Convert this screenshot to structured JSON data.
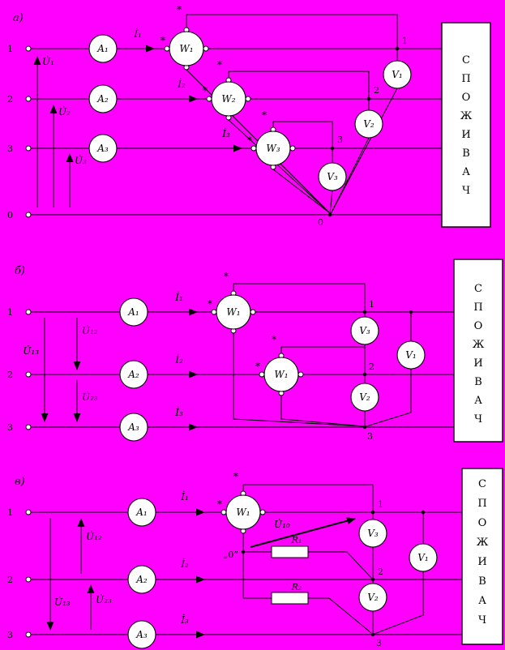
{
  "colors": {
    "background": "#ff00ff",
    "line": "#000000",
    "device_fill": "#ffffff"
  },
  "symbols": {
    "asterisk": "*"
  },
  "load_letters": [
    "С",
    "П",
    "О",
    "Ж",
    "И",
    "В",
    "А",
    "Ч"
  ],
  "section_a": {
    "label": "а)",
    "feed_terminals": [
      "1",
      "2",
      "3",
      "0"
    ],
    "ammeters": [
      "A₁",
      "A₂",
      "A₃"
    ],
    "wattmeters": [
      "W₁",
      "W₂",
      "W₃"
    ],
    "voltmeters": [
      "V₁",
      "V₂",
      "V₃"
    ],
    "currents": [
      "İ₁",
      "İ₂",
      "İ₃"
    ],
    "voltages": [
      "U̇₁",
      "U̇₂",
      "U̇₃"
    ],
    "nodes": [
      "1",
      "2",
      "3"
    ],
    "zero_node": "0"
  },
  "section_b": {
    "label": "б)",
    "feed_terminals": [
      "1",
      "2",
      "3"
    ],
    "ammeters": [
      "A₁",
      "A₂",
      "A₃"
    ],
    "wattmeters": [
      "W₁",
      "W₁"
    ],
    "voltmeters": [
      "V₁",
      "V₂",
      "V₃"
    ],
    "currents": [
      "İ₁",
      "İ₂",
      "İ₃"
    ],
    "voltages": [
      "U̇₁₂",
      "U̇₁₃",
      "U̇₂₃"
    ],
    "nodes": [
      "1",
      "2",
      "3"
    ]
  },
  "section_c": {
    "label": "в)",
    "feed_terminals": [
      "1",
      "2",
      "3"
    ],
    "ammeters": [
      "A₁",
      "A₂",
      "A₃"
    ],
    "wattmeter": "W₁",
    "voltmeters": [
      "V₁",
      "V₂",
      "V₃"
    ],
    "currents": [
      "İ₁",
      "İ₂",
      "İ₃"
    ],
    "voltages": [
      "U̇₁₂",
      "U̇₁₃",
      "U̇₂₃"
    ],
    "artificial_zero_voltage": "U̇₁₀",
    "resistors": [
      "R₁",
      "R₂"
    ],
    "zero_label": "„0”",
    "nodes": [
      "1",
      "2",
      "3"
    ]
  }
}
